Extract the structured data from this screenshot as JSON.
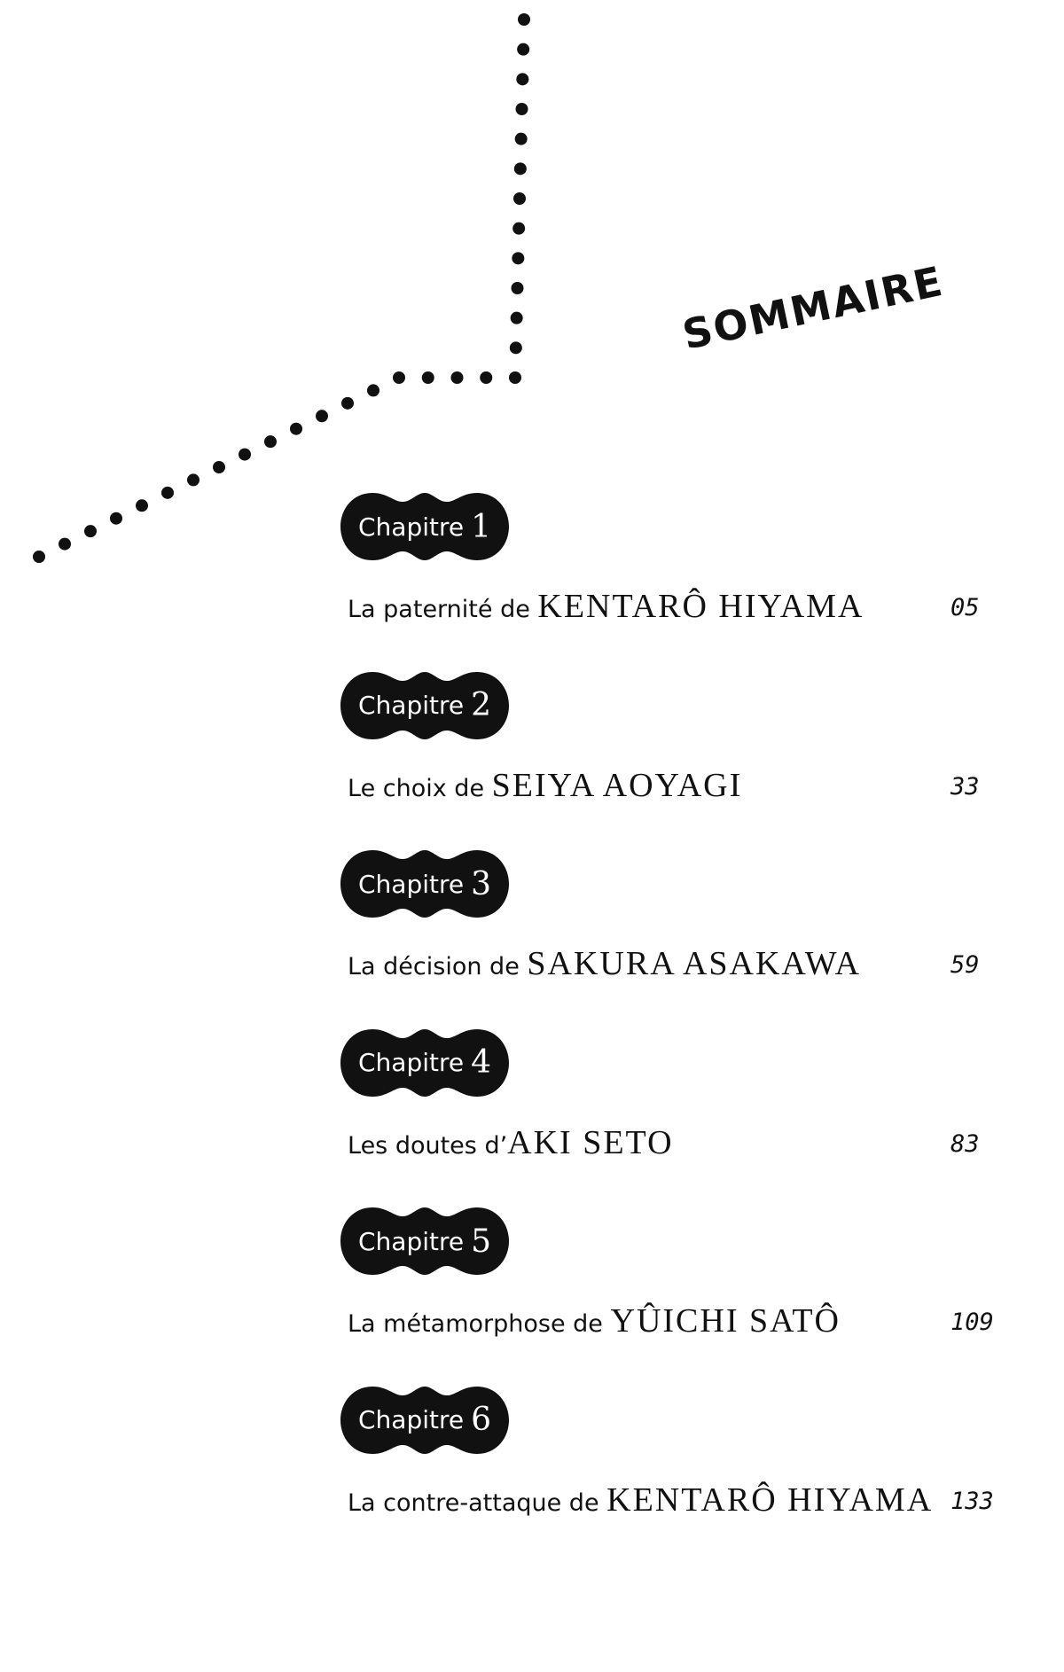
{
  "title": "SOMMAIRE",
  "chapter_word": "Chapitre",
  "chapters": [
    {
      "number": "1",
      "prefix": "La paternité de ",
      "name": "KENTARÔ HIYAMA",
      "page": "05"
    },
    {
      "number": "2",
      "prefix": "Le choix de ",
      "name": "SEIYA AOYAGI",
      "page": "33"
    },
    {
      "number": "3",
      "prefix": "La décision de ",
      "name": "SAKURA ASAKAWA",
      "page": "59"
    },
    {
      "number": "4",
      "prefix": "Les doutes d’",
      "name": "AKI SETO",
      "page": "83"
    },
    {
      "number": "5",
      "prefix": "La métamorphose de ",
      "name": "YÛICHI SATÔ",
      "page": "109"
    },
    {
      "number": "6",
      "prefix": "La contre-attaque de ",
      "name": "KENTARÔ HIYAMA",
      "page": "133"
    }
  ]
}
